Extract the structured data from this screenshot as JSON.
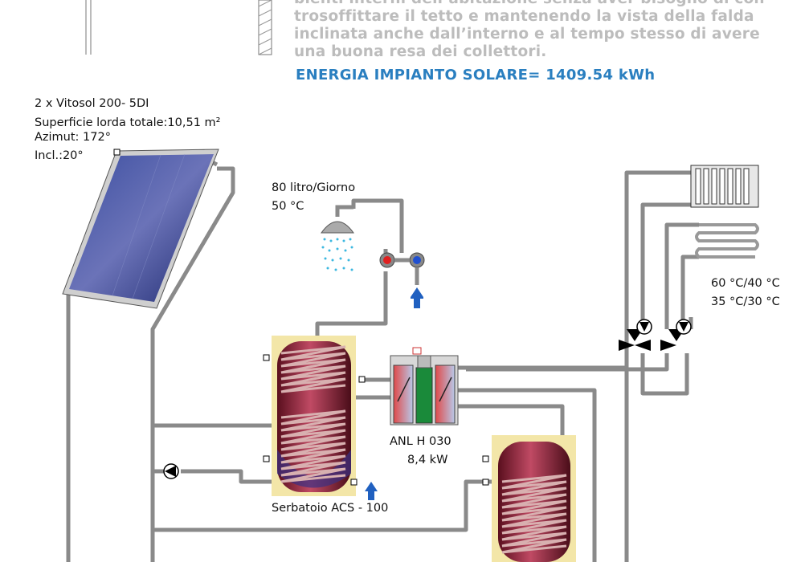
{
  "intro_lines": [
    "bienti interni dell’abitazione senza aver bisogno di con-",
    "trosoffittare il tetto e mantenendo la vista della falda",
    "inclinata anche dall’interno e al tempo stesso di avere",
    "una buona resa dei collettori."
  ],
  "energy_label": "ENERGIA IMPIANTO SOLARE= 1409.54 kWh",
  "collector": {
    "line1": "2 x Vitosol 200- 5DI",
    "line2": "Superficie lorda totale:10,51 m²",
    "line3": "Azimut:  172°",
    "line4": "Incl.:20°"
  },
  "dhw": {
    "flow": "80 litro/Giorno",
    "temp": "50 °C"
  },
  "heatpump": {
    "model": "ANL H 030",
    "power": "8,4 kW"
  },
  "tank_label": "Serbatoio ACS - 100",
  "heating_temps": {
    "radiator": "60 °C/40 °C",
    "floor": "35 °C/30 °C"
  },
  "colors": {
    "pipe": "#9a9a9a",
    "tank": "#f3e6a8",
    "coil": "#d9a8a8",
    "panel": "#2d3f8f",
    "accent_blue": "#2a7fc0"
  }
}
